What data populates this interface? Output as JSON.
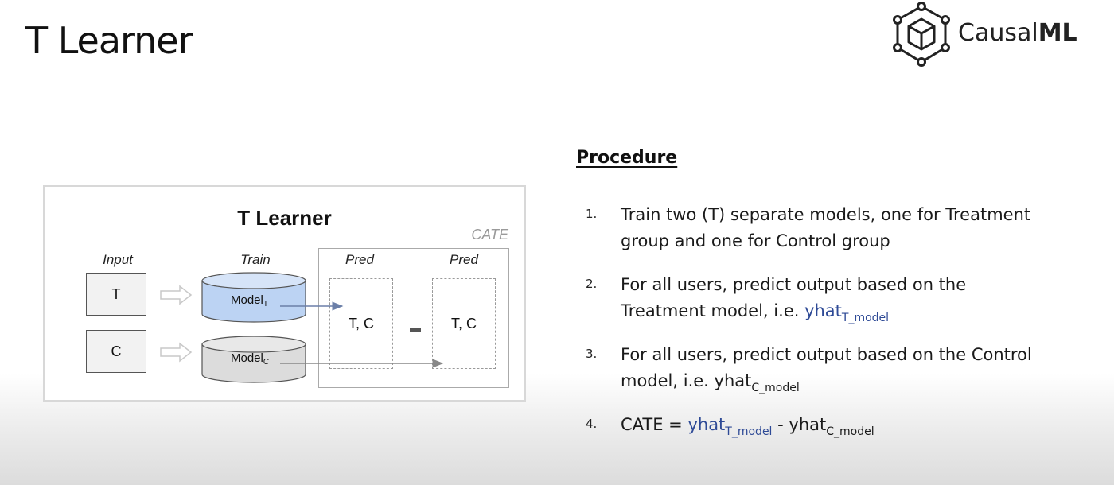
{
  "slide": {
    "title": "T Learner"
  },
  "logo": {
    "name_regular": "Causal",
    "name_bold": "ML"
  },
  "diagram": {
    "title": "T Learner",
    "cate_label": "CATE",
    "columns": {
      "input": "Input",
      "train": "Train",
      "pred1": "Pred",
      "pred2": "Pred"
    },
    "inputs": {
      "treatment": "T",
      "control": "C"
    },
    "models": {
      "treatment": {
        "base": "Model",
        "sub": "T"
      },
      "control": {
        "base": "Model",
        "sub": "C"
      }
    },
    "preds": {
      "left": "T, C",
      "right": "T, C"
    },
    "colors": {
      "treatment_model": "#bcd3f3",
      "control_model": "#dcdcdc",
      "arrow": "#6b7fa8"
    }
  },
  "procedure": {
    "heading": "Procedure",
    "steps": [
      {
        "num": "1.",
        "line1": "Train two (T) separate models, one for Treatment",
        "line2": "group and one for Control group"
      },
      {
        "num": "2.",
        "line1": "For all users, predict output based on the",
        "line2_prefix": "Treatment model, i.e. ",
        "yhat": "yhat",
        "sub": "T_model"
      },
      {
        "num": "3.",
        "line1": "For all users, predict output based on the Control",
        "line2_prefix": "model, i.e. ",
        "yhat": "yhat",
        "sub": "C_model"
      },
      {
        "num": "4.",
        "prefix": "CATE = ",
        "yhat1": "yhat",
        "sub1": "T_model",
        "mid": " - ",
        "yhat2": "yhat",
        "sub2": "C_model"
      }
    ],
    "colors": {
      "yhat_blue": "#2e4a96"
    }
  }
}
